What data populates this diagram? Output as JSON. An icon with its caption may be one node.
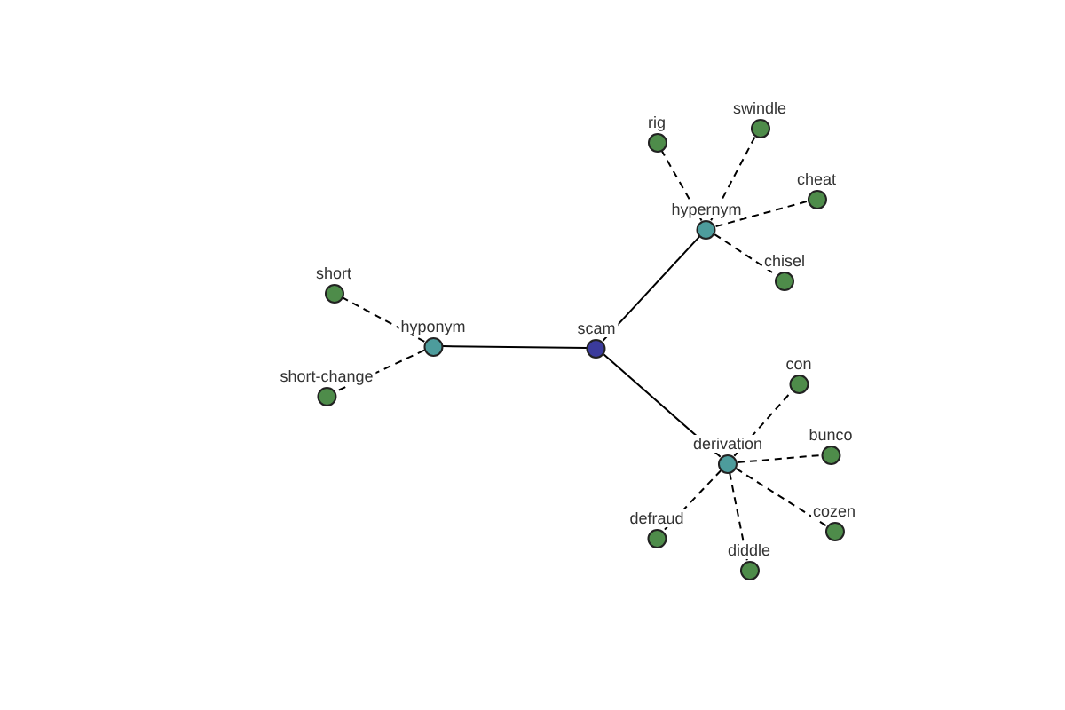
{
  "diagram": {
    "nodes": [
      {
        "text": [
          "scam"
        ]
      },
      {
        "text": [
          "hypernym"
        ]
      },
      {
        "text": [
          "hyponym"
        ]
      },
      {
        "text": [
          "derivation"
        ]
      },
      {
        "text": [
          "rig"
        ]
      },
      {
        "text": [
          "swindle"
        ]
      },
      {
        "text": [
          "cheat"
        ]
      },
      {
        "text": [
          "chisel"
        ]
      },
      {
        "text": [
          "short"
        ]
      },
      {
        "text": [
          "short-change"
        ]
      },
      {
        "text": [
          "con"
        ]
      },
      {
        "text": [
          "bunco"
        ]
      },
      {
        "text": [
          "cozen"
        ]
      },
      {
        "text": [
          "diddle"
        ]
      },
      {
        "text": [
          "defraud"
        ]
      }
    ],
    "edges": [
      {
        "from": 0,
        "to": 1,
        "arrow": "none"
      },
      {
        "from": 0,
        "to": 2,
        "arrow": "none"
      },
      {
        "from": 0,
        "to": 3,
        "arrow": "none"
      },
      {
        "from": 1,
        "to": 4,
        "arrow": "none",
        "style": "dashed"
      },
      {
        "from": 1,
        "to": 5,
        "arrow": "none",
        "style": "dashed"
      },
      {
        "from": 1,
        "to": 6,
        "arrow": "none",
        "style": "dashed"
      },
      {
        "from": 1,
        "to": 7,
        "arrow": "none",
        "style": "dashed"
      },
      {
        "from": 2,
        "to": 8,
        "arrow": "none",
        "style": "dashed"
      },
      {
        "from": 2,
        "to": 9,
        "arrow": "none",
        "style": "dashed"
      },
      {
        "from": 3,
        "to": 10,
        "arrow": "none",
        "style": "dashed"
      },
      {
        "from": 3,
        "to": 11,
        "arrow": "none",
        "style": "dashed"
      },
      {
        "from": 3,
        "to": 12,
        "arrow": "none",
        "style": "dashed"
      },
      {
        "from": 3,
        "to": 13,
        "arrow": "none",
        "style": "dashed"
      },
      {
        "from": 3,
        "to": 14,
        "arrow": "none",
        "style": "dashed"
      }
    ]
  }
}
